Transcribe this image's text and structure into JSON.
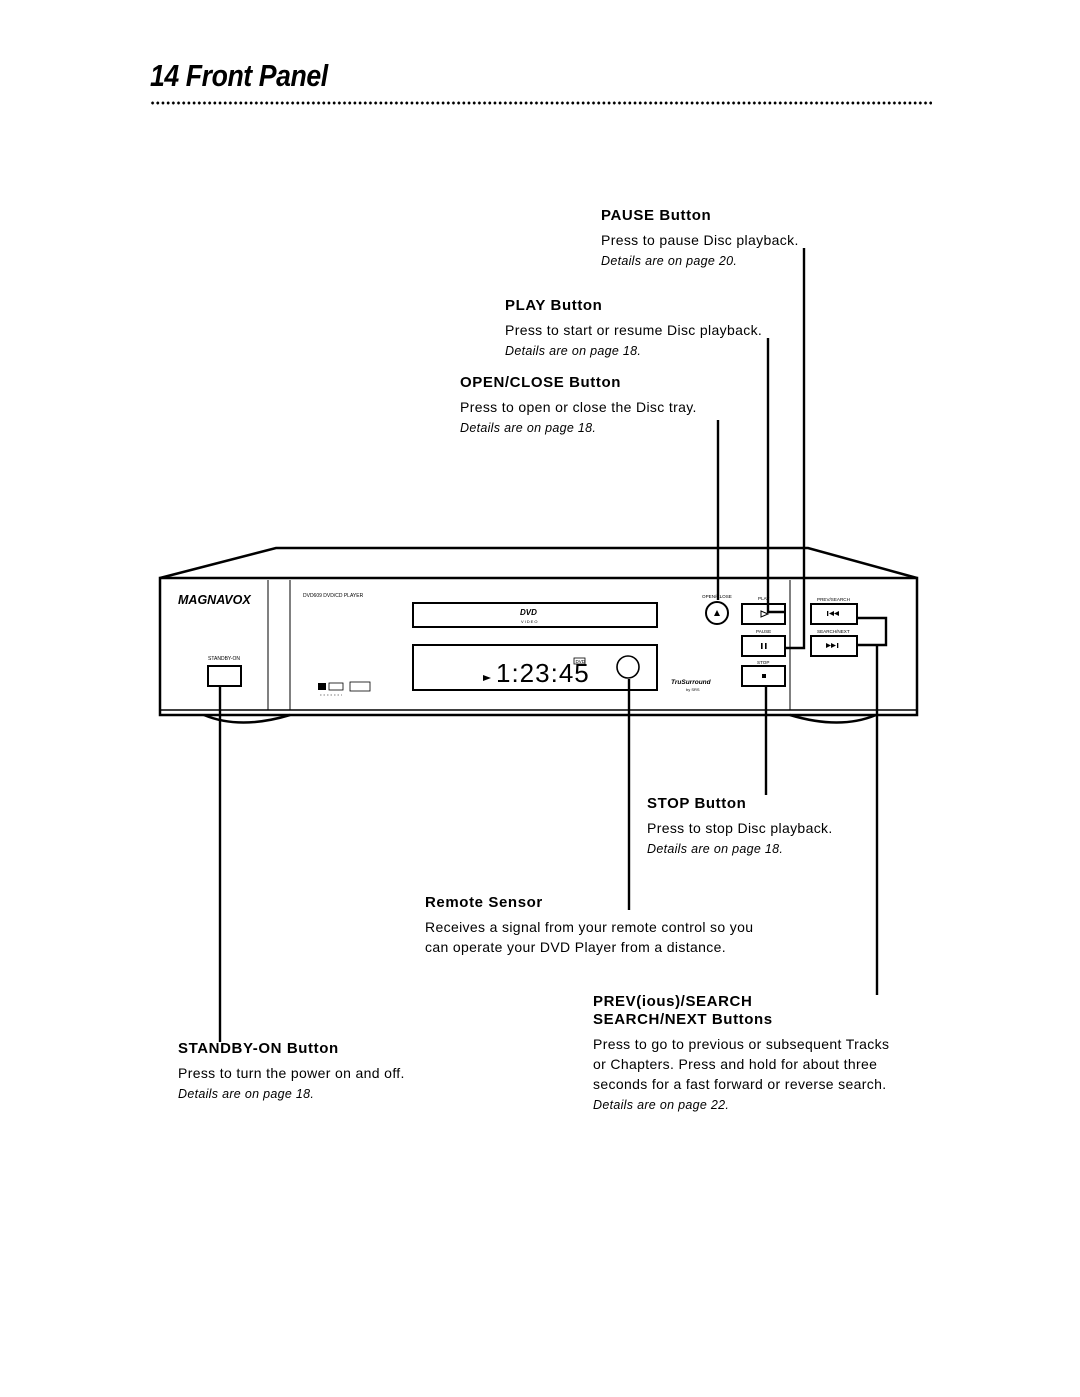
{
  "header": {
    "page_number": "14",
    "title": "Front Panel"
  },
  "device": {
    "brand": "MAGNAVOX",
    "model_label": "DVD609  DVD/CD PLAYER",
    "dvd_logo": "DVD",
    "dvd_logo_sub": "VIDEO",
    "display_time": "1:23:45",
    "display_badge": "DVD",
    "labels": {
      "standby_on": "STANDBY-ON",
      "open_close": "OPEN/CLOSE",
      "play": "PLAY",
      "pause": "PAUSE",
      "stop": "STOP",
      "prev_search": "PREV/SEARCH",
      "search_next": "SEARCH/NEXT"
    },
    "trusurround": "TruSurround",
    "trusurround_by": "by SRS"
  },
  "callouts": {
    "pause": {
      "heading": "PAUSE Button",
      "body": "Press to pause Disc playback.",
      "details": "Details are on page 20."
    },
    "play": {
      "heading": "PLAY Button",
      "body": "Press to start or resume Disc playback.",
      "details": "Details are on page 18."
    },
    "open_close": {
      "heading": "OPEN/CLOSE Button",
      "body": "Press to open or close the Disc tray.",
      "details": "Details are on page 18."
    },
    "stop": {
      "heading": "STOP Button",
      "body": "Press to stop Disc playback.",
      "details": "Details are on page 18."
    },
    "remote_sensor": {
      "heading": "Remote Sensor",
      "body_line1": "Receives a signal from your remote control so you",
      "body_line2": "can operate your DVD Player from a distance."
    },
    "prev_next": {
      "heading_line1": "PREV(ious)/SEARCH",
      "heading_line2": "SEARCH/NEXT Buttons",
      "body_line1": "Press to go to previous or subsequent Tracks",
      "body_line2": "or Chapters. Press and hold for about three",
      "body_line3": "seconds for a fast forward or reverse search.",
      "details": "Details are on page 22."
    },
    "standby": {
      "heading": "STANDBY-ON Button",
      "body": "Press to turn the power on and off.",
      "details": "Details are on page 18."
    }
  }
}
